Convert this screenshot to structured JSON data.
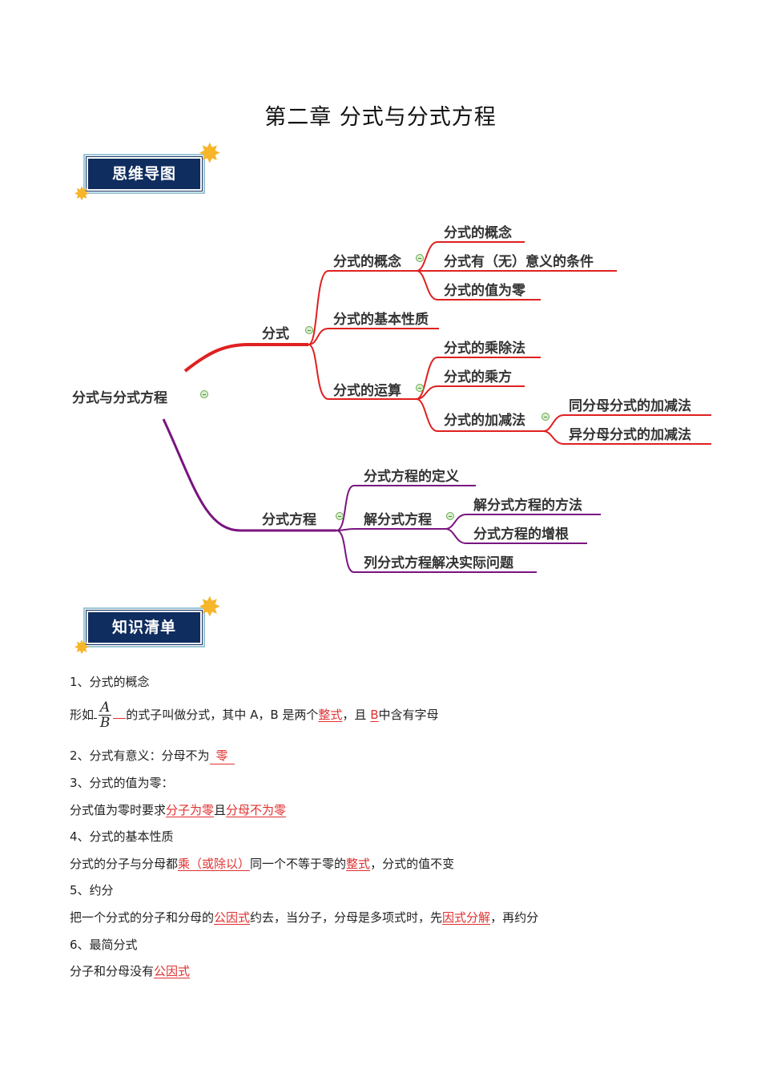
{
  "page": {
    "title": "第二章  分式与分式方程"
  },
  "sections": {
    "mindmap_badge": "思维导图",
    "knowledge_badge": "知识清单"
  },
  "colors": {
    "branch_fraction": "#e02020",
    "branch_equation": "#7a1480",
    "badge_bg": "#0f2d5e",
    "highlight": "#e03030",
    "star": "#f7b52a"
  },
  "mindmap": {
    "root": "分式与分式方程",
    "branches": [
      {
        "label": "分式",
        "children": [
          {
            "label": "分式的概念",
            "children": [
              "分式的概念",
              "分式有（无）意义的条件",
              "分式的值为零"
            ]
          },
          {
            "label": "分式的基本性质",
            "children": []
          },
          {
            "label": "分式的运算",
            "children": [
              {
                "label": "分式的乘除法"
              },
              {
                "label": "分式的乘方"
              },
              {
                "label": "分式的加减法",
                "children": [
                  "同分母分式的加减法",
                  "异分母分式的加减法"
                ]
              }
            ]
          }
        ]
      },
      {
        "label": "分式方程",
        "children": [
          {
            "label": "分式方程的定义",
            "children": []
          },
          {
            "label": "解分式方程",
            "children": [
              "解分式方程的方法",
              "分式方程的增根"
            ]
          },
          {
            "label": "列分式方程解决实际问题",
            "children": []
          }
        ]
      }
    ]
  },
  "knowledge": {
    "items": [
      {
        "heading": "1、分式的概念",
        "body": {
          "prefix": "形如",
          "fraction": {
            "numerator": "A",
            "denominator": "B"
          },
          "mid1": "的式子叫做分式，其中 A，B 是两个",
          "hl1": "整式",
          "mid2": "，且",
          "hl2": "B",
          "suffix": "中含有字母"
        }
      },
      {
        "heading": "2、分式有意义：分母不为",
        "answer": "零"
      },
      {
        "heading": "3、分式的值为零：",
        "body": {
          "prefix": "分式值为零时要求",
          "hl1": "分子为零",
          "mid1": "且",
          "hl2": "分母不为零"
        }
      },
      {
        "heading": "4、分式的基本性质",
        "body": {
          "prefix": "分式的分子与分母都",
          "hl1": "乘（或除以）",
          "mid1": "同一个不等于零的",
          "hl2": "整式",
          "suffix": "，分式的值不变"
        }
      },
      {
        "heading": "5、约分",
        "body": {
          "prefix": "把一个分式的分子和分母的",
          "hl1": "公因式",
          "mid1": "约去，当分子，分母是多项式时，先",
          "hl2": "因式分解",
          "suffix": "，再约分"
        }
      },
      {
        "heading": "6、最简分式",
        "body": {
          "prefix": "分子和分母没有",
          "hl1": "公因式"
        }
      }
    ]
  }
}
